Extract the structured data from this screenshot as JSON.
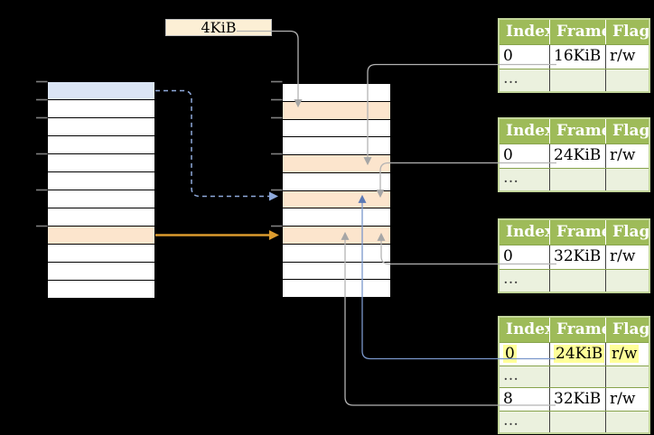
{
  "colors": {
    "background": "#000000",
    "column_border": "#000000",
    "row_white": "#ffffff",
    "row_blue": "#dbe5f5",
    "row_orange": "#fce5cd",
    "label_fill": "#fcefd5",
    "label_border": "#bfbfbf",
    "tick": "#7f7f7f",
    "connector_gray": "#b3b3b3",
    "arrowhead_gray": "#a6a6a6",
    "connector_blue": "#7a97cb",
    "arrowhead_blue": "#5b79b5",
    "connector_blue_dashed": "#8faadc",
    "connector_orange": "#dd9c2e",
    "table_header_bg": "#9ebb59",
    "table_header_text": "#ffffff",
    "table_dots_bg": "#ebf1de",
    "table_outer_border": "#c3d69b",
    "table_inner_border": "#87a34c",
    "table_vertical_border": "#404040",
    "highlight_yellow": "#ffff99"
  },
  "size_label": {
    "text": "4KiB"
  },
  "virtual_memory_column": {
    "row_count": 12,
    "blue_row_position": 1,
    "orange_row_position": 9
  },
  "physical_memory_column": {
    "row_count": 12,
    "orange_row_positions": [
      2,
      5,
      7,
      9
    ]
  },
  "page_tables": [
    {
      "headers": [
        "Index",
        "Frame",
        "Flags"
      ],
      "rows": [
        {
          "index": "0",
          "frame": "16KiB",
          "flags": "r/w"
        },
        {
          "index": "…",
          "frame": "",
          "flags": ""
        }
      ]
    },
    {
      "headers": [
        "Index",
        "Frame",
        "Flags"
      ],
      "rows": [
        {
          "index": "0",
          "frame": "24KiB",
          "flags": "r/w"
        },
        {
          "index": "…",
          "frame": "",
          "flags": ""
        }
      ]
    },
    {
      "headers": [
        "Index",
        "Frame",
        "Flags"
      ],
      "rows": [
        {
          "index": "0",
          "frame": "32KiB",
          "flags": "r/w"
        },
        {
          "index": "…",
          "frame": "",
          "flags": ""
        }
      ]
    },
    {
      "headers": [
        "Index",
        "Frame",
        "Flags"
      ],
      "rows": [
        {
          "index": "0",
          "frame": "24KiB",
          "flags": "r/w",
          "highlighted": true
        },
        {
          "index": "…",
          "frame": "",
          "flags": ""
        },
        {
          "index": "8",
          "frame": "32KiB",
          "flags": "r/w"
        },
        {
          "index": "…",
          "frame": "",
          "flags": ""
        }
      ]
    }
  ]
}
